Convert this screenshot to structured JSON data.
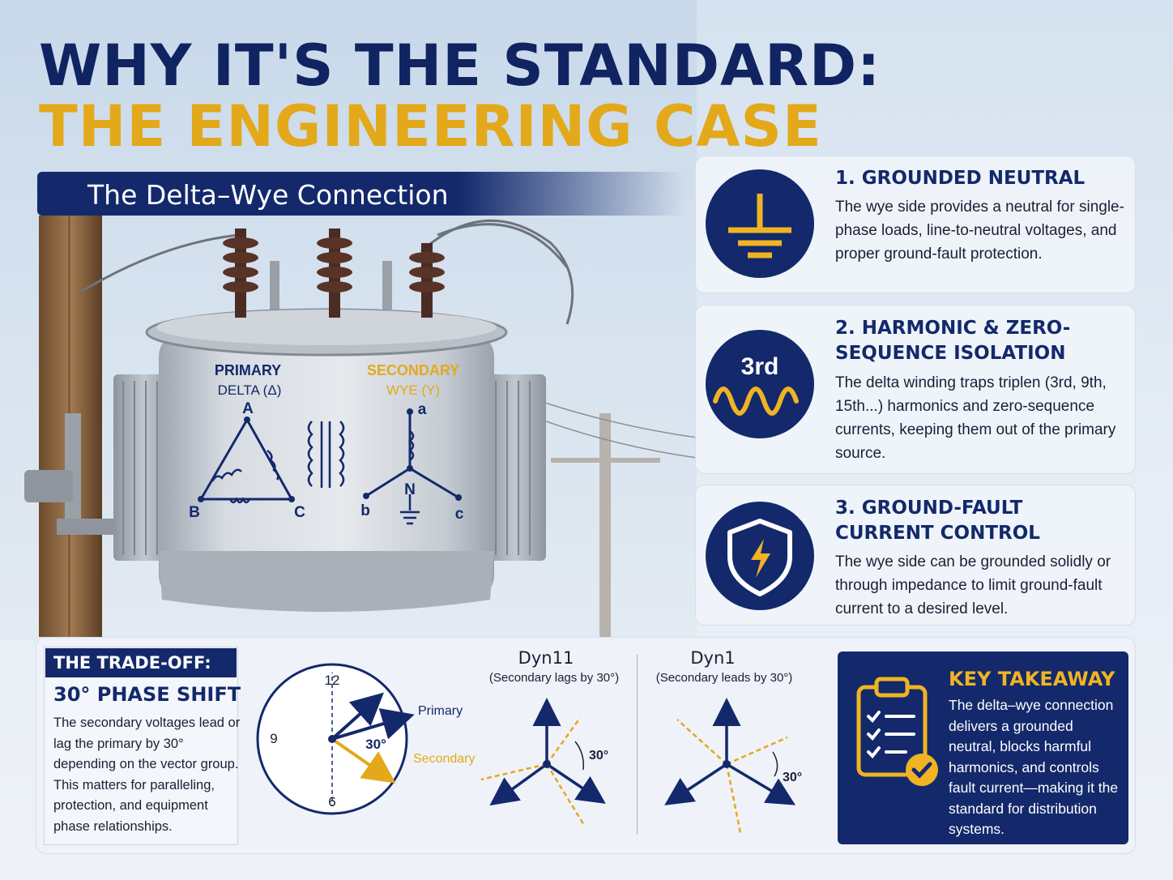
{
  "header": {
    "title_line1": "WHY IT'S THE STANDARD:",
    "title_line2": "THE ENGINEERING CASE",
    "subtitle": "The Delta–Wye Connection"
  },
  "transformer_diagram": {
    "primary_label": "PRIMARY",
    "primary_type": "DELTA (Δ)",
    "secondary_label": "SECONDARY",
    "secondary_type": "WYE (Y)",
    "delta_nodes": [
      "A",
      "B",
      "C"
    ],
    "wye_nodes": [
      "a",
      "b",
      "c"
    ],
    "neutral": "N"
  },
  "features": [
    {
      "title": "1. GROUNDED NEUTRAL",
      "text": "The wye side provides a neutral for single-phase loads, line-to-neutral voltages, and proper ground-fault protection.",
      "icon": "ground-icon"
    },
    {
      "title": "2. HARMONIC & ZERO-SEQUENCE ISOLATION",
      "text": "The delta winding traps triplen (3rd, 9th, 15th...) harmonics and zero-sequence currents, keeping them out of the primary source.",
      "icon": "harmonic-wave-icon",
      "icon_label": "3rd"
    },
    {
      "title": "3. GROUND-FAULT CURRENT CONTROL",
      "text": "The wye side can be grounded solidly or through impedance to limit ground-fault current to a desired level.",
      "icon": "shield-lightning-icon"
    }
  ],
  "tradeoff": {
    "heading": "THE TRADE-OFF:",
    "title": "30° PHASE SHIFT",
    "text": "The secondary voltages lead or lag the primary by 30° depending on the vector group. This matters for paralleling, protection, and equipment phase relationships."
  },
  "clock": {
    "label_12": "12",
    "label_9": "9",
    "label_6": "6",
    "angle": "30°",
    "primary": "Primary",
    "secondary": "Secondary"
  },
  "vector_groups": [
    {
      "name": "Dyn11",
      "note": "(Secondary lags by 30°)",
      "angle": "30°"
    },
    {
      "name": "Dyn1",
      "note": "(Secondary leads by 30°)",
      "angle": "30°"
    }
  ],
  "takeaway": {
    "title": "KEY TAKEAWAY",
    "text": "The delta–wye connection delivers a grounded neutral, blocks harmful harmonics, and controls fault current—making it the standard for distribution systems."
  },
  "colors": {
    "navy": "#13296b",
    "gold": "#e3a91b",
    "panel": "#eef2f8"
  }
}
